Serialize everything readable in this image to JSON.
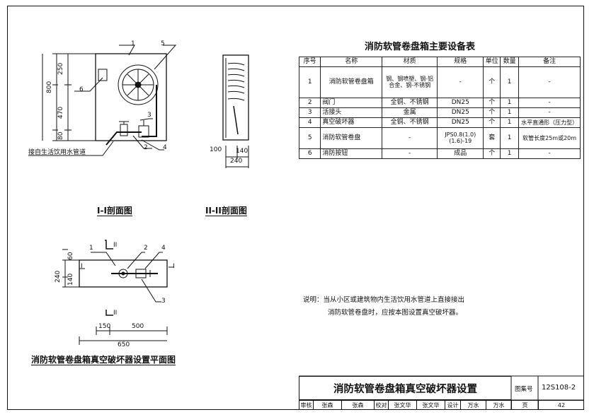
{
  "drawing": {
    "callouts": {
      "c1": "1",
      "c2": "2",
      "c3": "3",
      "c4": "4",
      "c5": "5",
      "c6": "6"
    },
    "supply_note": "接自生活饮用水管道",
    "dims": {
      "d800": "800",
      "d250": "250",
      "d470": "470",
      "d80": "80",
      "d100": "100",
      "d140": "140",
      "d240": "240",
      "d60": "60",
      "d150": "150",
      "d500": "500",
      "d650": "650"
    },
    "marks": {
      "I": "I",
      "II": "II"
    },
    "captions": {
      "section1": "I-I剖面图",
      "section2": "II-II剖面图",
      "plan": "消防软管卷盘箱真空破坏器设置平面图"
    }
  },
  "table": {
    "title": "消防软管卷盘箱主要设备表",
    "headers": [
      "序号",
      "名称",
      "材质",
      "规格",
      "单位",
      "数量",
      "备注"
    ],
    "rows": [
      [
        "1",
        "消防软管卷盘箱",
        "钢、钢喷塑、钢-铝合金、钢-不锈钢",
        "-",
        "个",
        "1",
        "-"
      ],
      [
        "2",
        "阀门",
        "全铜、不锈钢",
        "DN25",
        "个",
        "1",
        "-"
      ],
      [
        "3",
        "活接头",
        "金属",
        "DN25",
        "个",
        "1",
        "-"
      ],
      [
        "4",
        "真空破坏器",
        "全铜、不锈钢",
        "DN25",
        "个",
        "1",
        "水平直通形（压力型）"
      ],
      [
        "5",
        "消防软管卷盘",
        "-",
        "JPS0.8(1.0)(1.6)-19",
        "套",
        "1",
        "软管长度25m或20m"
      ],
      [
        "6",
        "消防按钮",
        "-",
        "成品",
        "个",
        "1",
        "-"
      ]
    ]
  },
  "notes": {
    "line1": "说明：当从小区或建筑物内生活饮用水管道上直接接出",
    "line2": "消防软管卷盘时，应按本图设置真空破坏器。"
  },
  "titleblock": {
    "title": "消防软管卷盘箱真空破坏器设置",
    "atlas_label": "图集号",
    "atlas_no": "12S108-2",
    "row": [
      "审核",
      "张森",
      "张森",
      "校对",
      "张文华",
      "张文华",
      "设计",
      "万水",
      "万水"
    ],
    "page_label": "页",
    "page": "42"
  }
}
